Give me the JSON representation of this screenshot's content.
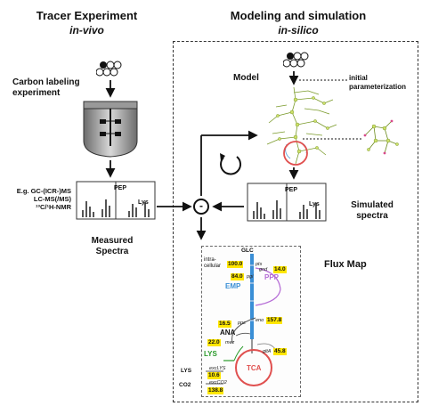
{
  "left_panel": {
    "title": "Tracer Experiment",
    "subtitle": "in-vivo",
    "experiment_label": "Carbon labeling\nexperiment",
    "methods": [
      "E.g. GC-(ICR-)MS",
      "LC-MS(/MS)",
      "¹³C/¹H-NMR"
    ],
    "spectra_labels": [
      "PEP",
      "Lys"
    ],
    "result_label": "Measured\nSpectra"
  },
  "right_panel": {
    "title": "Modeling and simulation",
    "subtitle": "in-silico",
    "model_label": "Model",
    "param_label": "initial\nparameterization",
    "spectra_labels": [
      "PEP",
      "Lys"
    ],
    "simulated_label": "Simulated\nspectra",
    "comparator_symbol": "-",
    "flux_map_label": "Flux Map"
  },
  "flux_map": {
    "glc_label": "GLC",
    "intracellular_label": "intra-\ncellular",
    "pathways": [
      {
        "name": "PPP",
        "color": "#b56cd6"
      },
      {
        "name": "EMP",
        "color": "#3a8fd6"
      },
      {
        "name": "ANA",
        "color": "#111111"
      },
      {
        "name": "LYS",
        "color": "#2a9a2a"
      },
      {
        "name": "TCA",
        "color": "#e0504f"
      }
    ],
    "fluxes": [
      {
        "value": "100.0",
        "name": "pts"
      },
      {
        "value": "84.0",
        "name": "pgi"
      },
      {
        "value": "14.0",
        "name": "gnd"
      },
      {
        "value": "16.5",
        "name": "ppc"
      },
      {
        "value": "157.8",
        "name": "eno"
      },
      {
        "value": "22.0",
        "name": "mez"
      },
      {
        "value": "45.8",
        "name": "gltA"
      },
      {
        "value": "10.6",
        "name": "excLYS"
      },
      {
        "value": "138.8",
        "name": "excCO2"
      }
    ],
    "exchange_labels": [
      "LYS",
      "CO2"
    ]
  },
  "colors": {
    "flux_highlight": "#ffe600",
    "tca_circle": "#e0504f",
    "emp_axis": "#3a8fd6"
  }
}
